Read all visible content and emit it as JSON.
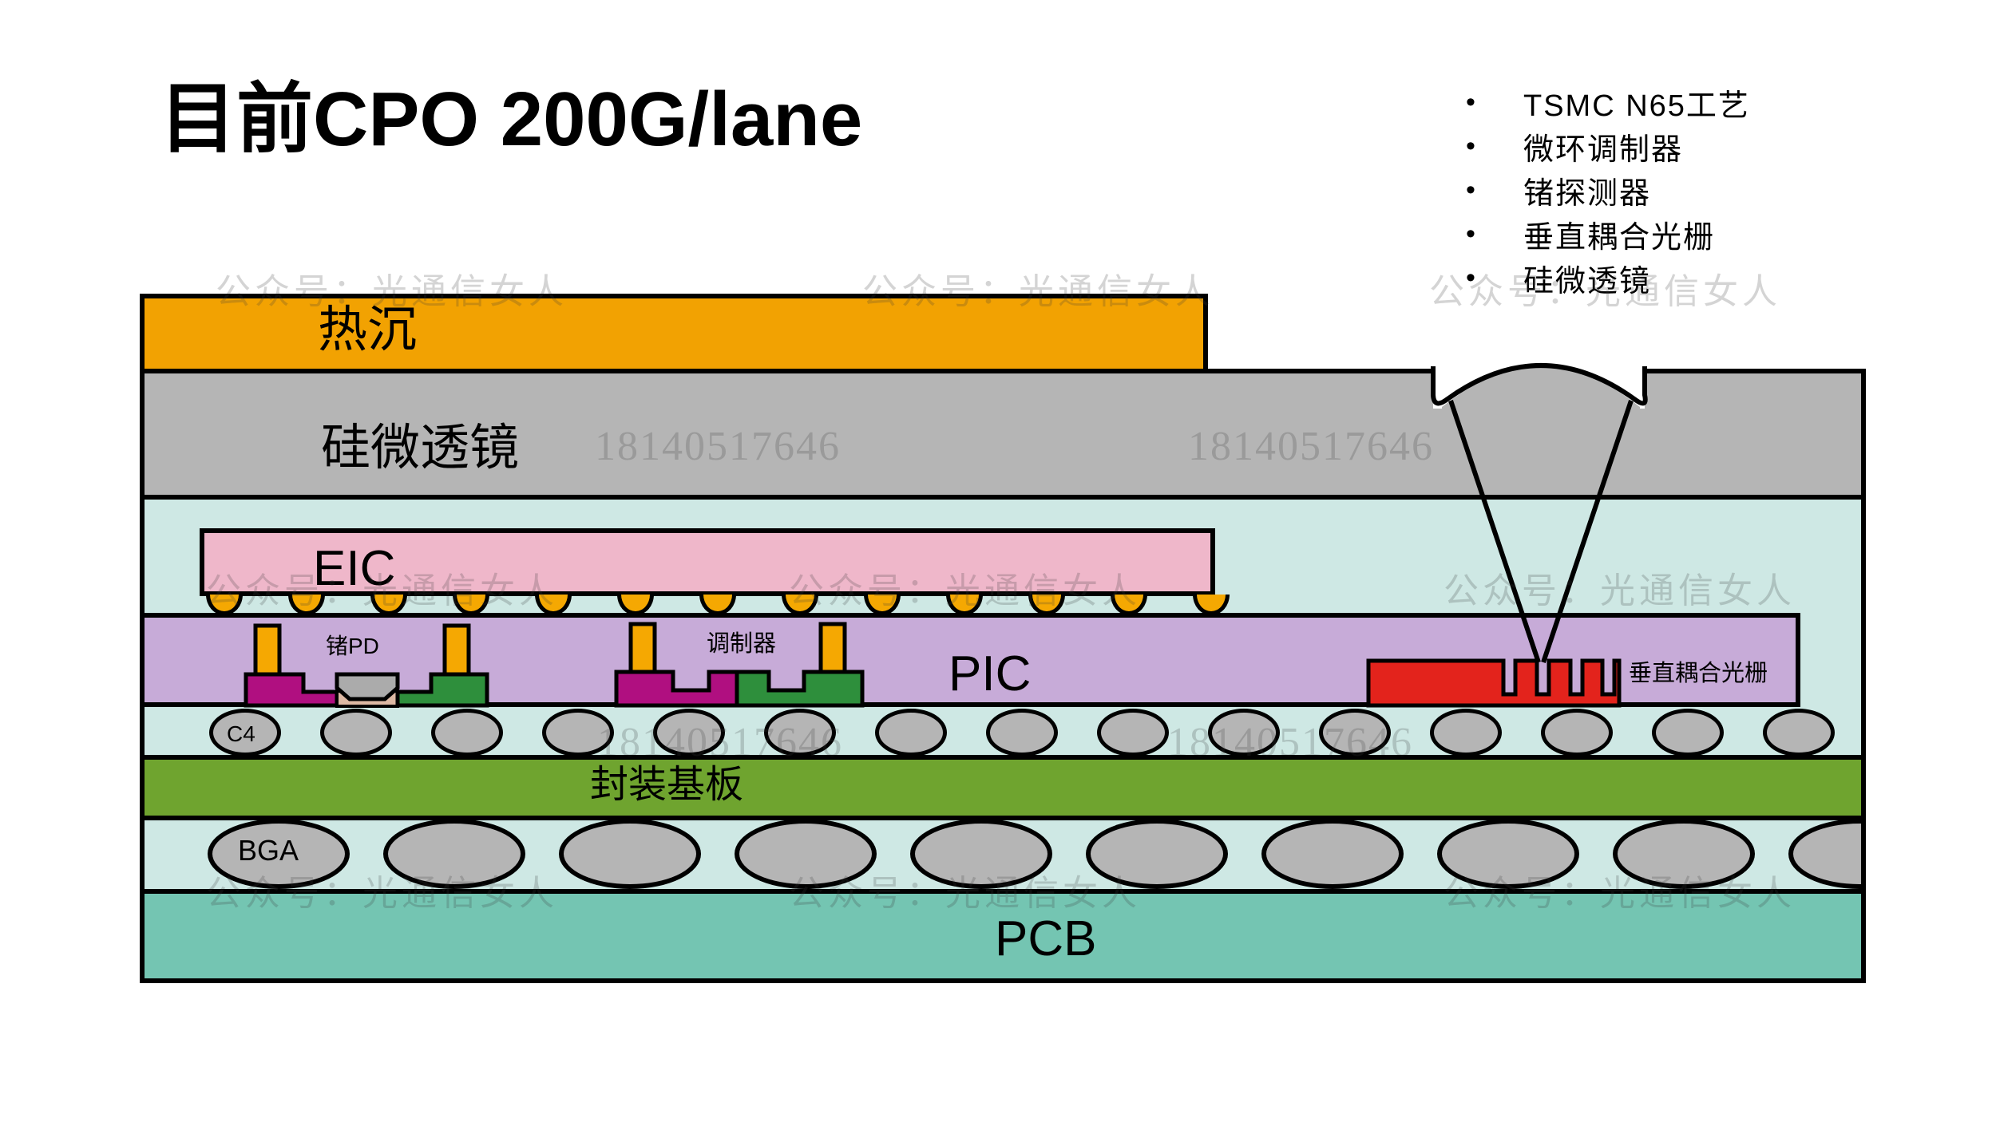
{
  "title": "目前CPO 200G/lane",
  "bullet_char": "•",
  "bullets": [
    "TSMC N65工艺",
    "微环调制器",
    "锗探测器",
    "垂直耦合光栅",
    "硅微透镜"
  ],
  "layers": {
    "heatsink": "热沉",
    "microlens": "硅微透镜",
    "eic": "EIC",
    "pic": "PIC",
    "substrate": "封装基板",
    "pcb": "PCB"
  },
  "components": {
    "ge_pd": "锗PD",
    "modulator": "调制器",
    "grating": "垂直耦合光栅",
    "c4_bump": "C4",
    "bga_ball": "BGA"
  },
  "bumps": {
    "eic_count": 13,
    "c4_count": 15,
    "bga_count": 10
  },
  "watermarks": {
    "wechat": "公众号：光通信女人",
    "phone": "18140517646"
  },
  "colors": {
    "heatsink_orange": "#F2A202",
    "layer_gray": "#B5B5B5",
    "mold_teal": "#CEE8E4",
    "eic_pink": "#EFB7CA",
    "pic_purple": "#C7ABD8",
    "device_magenta": "#B00F80",
    "device_green": "#2E8F3C",
    "via_orange": "#F5A802",
    "ge_gray": "#ABABAB",
    "waveguide_tan": "#DDB9A4",
    "grating_red": "#E3231C",
    "substrate_green": "#6FA42F",
    "pcb_teal": "#74C5B2",
    "bump_gray": "#B5B5B5",
    "watermark_gray": "rgba(60,60,60,0.22)"
  }
}
